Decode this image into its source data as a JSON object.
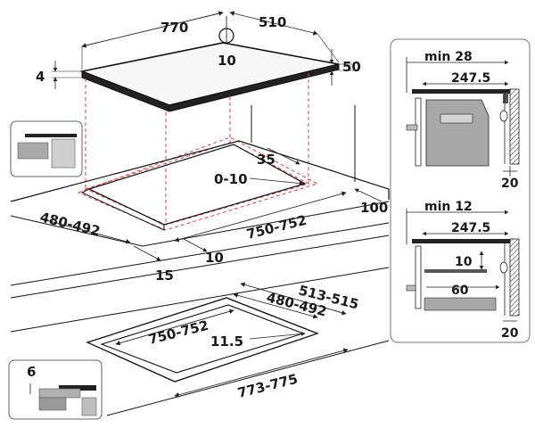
{
  "top_view": {
    "width": "770",
    "depth": "510",
    "thickness": "4",
    "front_gap": "50",
    "center_offset": "10"
  },
  "cutout_view": {
    "depth_range": "480-492",
    "width_range": "750-752",
    "offset_35": "35",
    "offset_range": "0-10",
    "rear_gap": "100",
    "front_15": "15",
    "front_10": "10"
  },
  "recess_view": {
    "outer_depth": "513-515",
    "inner_depth": "480-492",
    "inner_width": "750-752",
    "recess_depth": "11.5",
    "outer_width": "773-775"
  },
  "inset_flush": {
    "value": "6"
  },
  "side_panel_oven": {
    "min": "min 28",
    "depth": "247.5",
    "bottom": "20"
  },
  "side_panel_drawer": {
    "min": "min 12",
    "depth": "247.5",
    "gap": "10",
    "offset": "60",
    "bottom": "20"
  }
}
